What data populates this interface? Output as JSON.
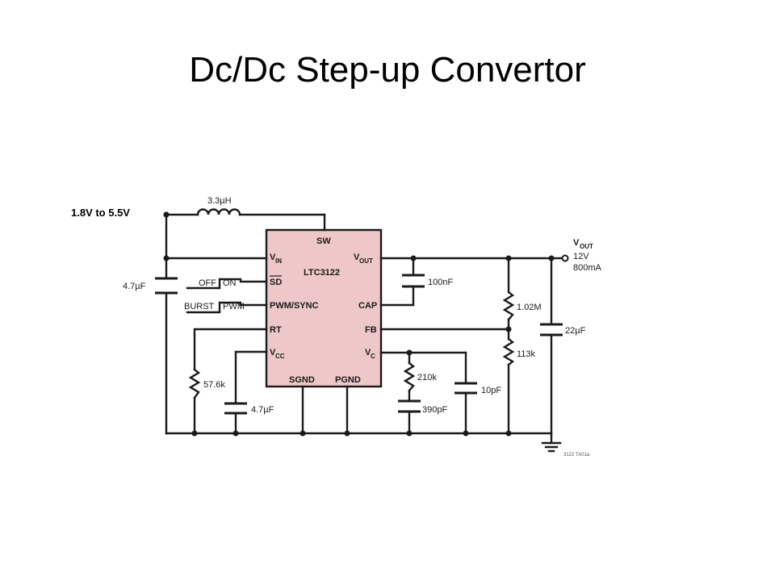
{
  "slide": {
    "title": "Dc/Dc Step-up Convertor"
  },
  "input": {
    "label": "1.8V to 5.5V"
  },
  "ic": {
    "part_number": "LTC3122",
    "fill_color": "#eec8c8",
    "pins": {
      "sw": "SW",
      "vin_main": "V",
      "vin_sub": "IN",
      "vout_main": "V",
      "vout_sub": "OUT",
      "sd": "SD",
      "pwm_sync": "PWM/SYNC",
      "cap": "CAP",
      "rt": "RT",
      "fb": "FB",
      "vcc_main": "V",
      "vcc_sub": "CC",
      "vc_main": "V",
      "vc_sub": "C",
      "sgnd": "SGND",
      "pgnd": "PGND"
    }
  },
  "components": {
    "inductor": "3.3µH",
    "c_in": "4.7µF",
    "c_cap": "100nF",
    "r_top": "1.02M",
    "r_bottom": "113k",
    "c_out": "22µF",
    "r_rt": "57.6k",
    "c_vcc": "4.7µF",
    "r_comp": "210k",
    "c_comp": "390pF",
    "c_hf": "10pF"
  },
  "switches": {
    "sd_off": "OFF",
    "sd_on": "ON",
    "mode_burst": "BURST",
    "mode_pwm": "PWM"
  },
  "output": {
    "label_main": "V",
    "label_sub": "OUT",
    "voltage": "12V",
    "current": "800mA"
  },
  "figure_id": "3122 TA01a"
}
